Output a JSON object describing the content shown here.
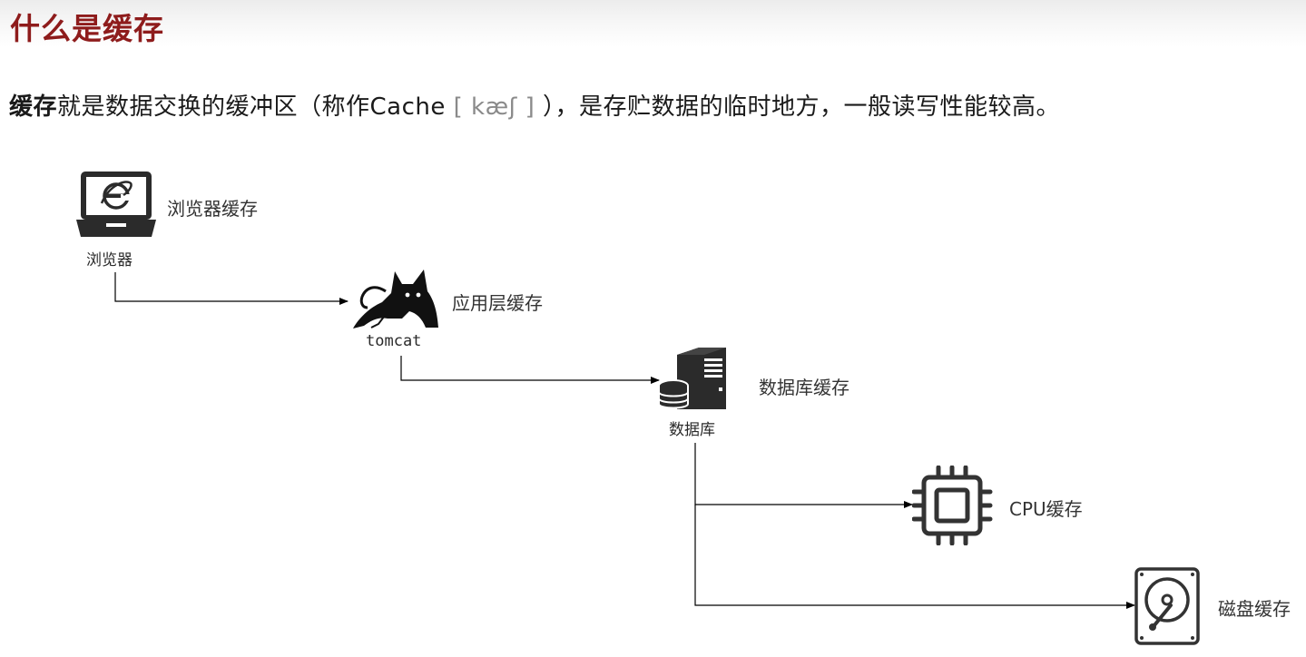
{
  "slide": {
    "title": "什么是缓存"
  },
  "definition": {
    "term": "缓存",
    "text_before_phonetic": "就是数据交换的缓冲区（称作Cache ",
    "phonetic": "[ kæʃ ]",
    "text_after_phonetic": " ），是存贮数据的临时地方，一般读写性能较高。"
  },
  "diagram": {
    "nodes": [
      {
        "id": "browser",
        "icon": "laptop-ie-icon",
        "caption": "浏览器",
        "label": "浏览器缓存"
      },
      {
        "id": "tomcat",
        "icon": "tomcat-cat-icon",
        "caption": "tomcat",
        "label": "应用层缓存"
      },
      {
        "id": "database",
        "icon": "database-server-icon",
        "caption": "数据库",
        "label": "数据库缓存"
      },
      {
        "id": "cpu",
        "icon": "cpu-chip-icon",
        "caption": "",
        "label": "CPU缓存"
      },
      {
        "id": "disk",
        "icon": "hard-disk-icon",
        "caption": "",
        "label": "磁盘缓存"
      }
    ],
    "edges": [
      {
        "from": "browser",
        "to": "tomcat"
      },
      {
        "from": "tomcat",
        "to": "database"
      },
      {
        "from": "database",
        "to": "cpu"
      },
      {
        "from": "database",
        "to": "disk"
      }
    ],
    "colors": {
      "title": "#8e1c1c",
      "icon": "#1a1a1a",
      "connector": "#000000"
    }
  }
}
